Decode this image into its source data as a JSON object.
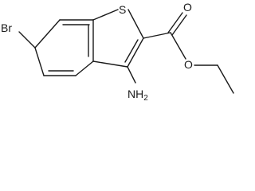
{
  "molecule": {
    "atoms": {
      "bromine": "Br",
      "sulfur": "S",
      "carbonyl_oxygen": "O",
      "ester_oxygen": "O",
      "amine": "NH",
      "amine_subscript": "2"
    }
  }
}
